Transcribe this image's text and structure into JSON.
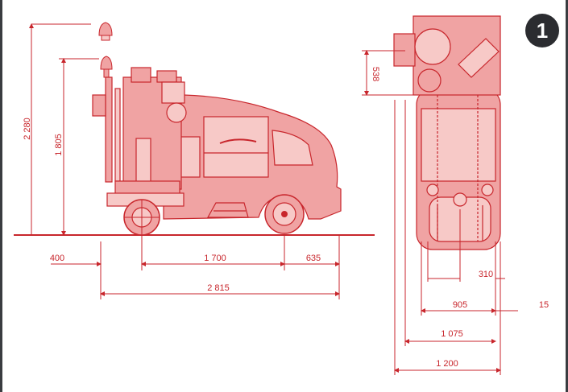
{
  "figure": {
    "badge": "1",
    "colors": {
      "accent": "#c8262c",
      "fill": "#f0a3a3",
      "fill_light": "#f7c9c7",
      "badge_bg": "#2b2c30"
    },
    "side_view": {
      "height_beacon": "2 280",
      "height_cab": "1 805",
      "front_overhang": "400",
      "wheelbase": "1 700",
      "rear_overhang": "635",
      "total_length": "2 815"
    },
    "top_view": {
      "offset_top": "538",
      "inner_offset": "310",
      "gap": "15",
      "track_width": "905",
      "body_width": "1 075",
      "total_width": "1 200"
    }
  }
}
